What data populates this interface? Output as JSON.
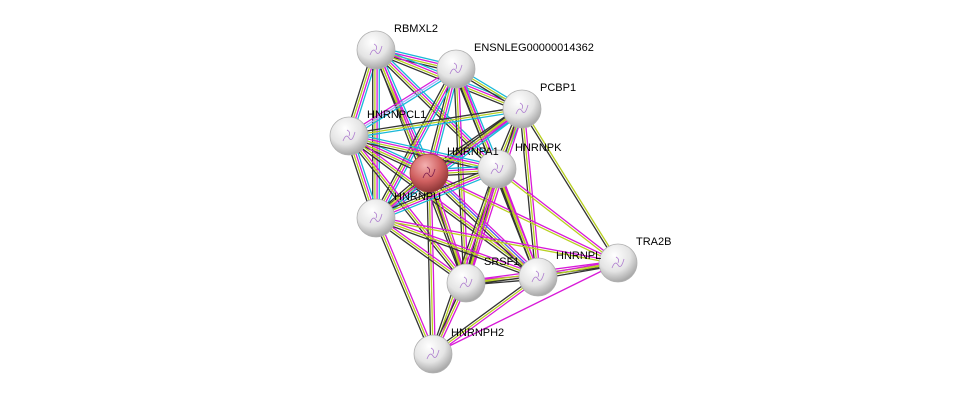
{
  "evidence_colors": {
    "database": "#1ab8d8",
    "experiment": "#d81ad8",
    "textmining": "#b8d020",
    "coexpression": "#333333",
    "homology": "#5858f0",
    "other": "#a8a8ff"
  },
  "query_color": "#d05050",
  "node_color": "#e8e8e8",
  "nodes": [
    {
      "id": "RBMXL2",
      "label": "RBMXL2",
      "query": false
    },
    {
      "id": "ENSNLEG",
      "label": "ENSNLEG00000014362",
      "query": false
    },
    {
      "id": "PCBP1",
      "label": "PCBP1",
      "query": false
    },
    {
      "id": "HNRNPCL1",
      "label": "HNRNPCL1",
      "query": false
    },
    {
      "id": "HNRNPA1",
      "label": "HNRNPA1",
      "query": true
    },
    {
      "id": "HNRNPK",
      "label": "HNRNPK",
      "query": false
    },
    {
      "id": "HNRNPU",
      "label": "HNRNPU",
      "query": false
    },
    {
      "id": "SRSF1",
      "label": "SRSF1",
      "query": false
    },
    {
      "id": "HNRNPL",
      "label": "HNRNPL",
      "query": false
    },
    {
      "id": "TRA2B",
      "label": "TRA2B",
      "query": false
    },
    {
      "id": "HNRNPH2",
      "label": "HNRNPH2",
      "query": false
    }
  ],
  "edges": [
    [
      "RBMXL2",
      "ENSNLEG",
      [
        "database",
        "experiment",
        "textmining",
        "coexpression"
      ]
    ],
    [
      "RBMXL2",
      "PCBP1",
      [
        "database",
        "experiment",
        "textmining",
        "coexpression"
      ]
    ],
    [
      "RBMXL2",
      "HNRNPCL1",
      [
        "database",
        "experiment",
        "textmining",
        "coexpression"
      ]
    ],
    [
      "RBMXL2",
      "HNRNPA1",
      [
        "database",
        "experiment",
        "textmining",
        "coexpression"
      ]
    ],
    [
      "RBMXL2",
      "HNRNPK",
      [
        "database",
        "experiment",
        "textmining",
        "coexpression"
      ]
    ],
    [
      "RBMXL2",
      "HNRNPU",
      [
        "database",
        "experiment",
        "textmining",
        "coexpression"
      ]
    ],
    [
      "RBMXL2",
      "SRSF1",
      [
        "experiment",
        "textmining",
        "coexpression"
      ]
    ],
    [
      "ENSNLEG",
      "PCBP1",
      [
        "database",
        "textmining",
        "coexpression"
      ]
    ],
    [
      "ENSNLEG",
      "HNRNPCL1",
      [
        "database",
        "other",
        "experiment"
      ]
    ],
    [
      "ENSNLEG",
      "HNRNPA1",
      [
        "database",
        "experiment",
        "textmining",
        "coexpression"
      ]
    ],
    [
      "ENSNLEG",
      "HNRNPK",
      [
        "database",
        "experiment",
        "textmining",
        "coexpression"
      ]
    ],
    [
      "ENSNLEG",
      "HNRNPU",
      [
        "database",
        "experiment",
        "textmining",
        "coexpression"
      ]
    ],
    [
      "ENSNLEG",
      "SRSF1",
      [
        "experiment",
        "textmining",
        "coexpression"
      ]
    ],
    [
      "ENSNLEG",
      "HNRNPL",
      [
        "experiment",
        "textmining",
        "coexpression"
      ]
    ],
    [
      "PCBP1",
      "HNRNPCL1",
      [
        "database",
        "textmining",
        "coexpression"
      ]
    ],
    [
      "PCBP1",
      "HNRNPA1",
      [
        "database",
        "experiment",
        "textmining",
        "coexpression"
      ]
    ],
    [
      "PCBP1",
      "HNRNPK",
      [
        "database",
        "experiment",
        "textmining",
        "coexpression"
      ]
    ],
    [
      "PCBP1",
      "HNRNPU",
      [
        "database",
        "experiment",
        "textmining",
        "coexpression"
      ]
    ],
    [
      "PCBP1",
      "SRSF1",
      [
        "experiment",
        "textmining",
        "coexpression"
      ]
    ],
    [
      "PCBP1",
      "HNRNPL",
      [
        "experiment",
        "textmining",
        "coexpression"
      ]
    ],
    [
      "PCBP1",
      "TRA2B",
      [
        "textmining",
        "coexpression"
      ]
    ],
    [
      "HNRNPCL1",
      "HNRNPA1",
      [
        "database",
        "experiment",
        "textmining",
        "coexpression"
      ]
    ],
    [
      "HNRNPCL1",
      "HNRNPK",
      [
        "database",
        "experiment",
        "textmining",
        "coexpression"
      ]
    ],
    [
      "HNRNPCL1",
      "HNRNPU",
      [
        "database",
        "experiment",
        "textmining",
        "coexpression"
      ]
    ],
    [
      "HNRNPCL1",
      "SRSF1",
      [
        "experiment",
        "textmining",
        "coexpression"
      ]
    ],
    [
      "HNRNPCL1",
      "HNRNPL",
      [
        "experiment",
        "textmining",
        "coexpression"
      ]
    ],
    [
      "HNRNPA1",
      "HNRNPK",
      [
        "database",
        "experiment",
        "textmining",
        "coexpression"
      ]
    ],
    [
      "HNRNPA1",
      "HNRNPU",
      [
        "database",
        "experiment",
        "textmining",
        "coexpression"
      ]
    ],
    [
      "HNRNPA1",
      "SRSF1",
      [
        "experiment",
        "textmining",
        "coexpression"
      ]
    ],
    [
      "HNRNPA1",
      "HNRNPL",
      [
        "experiment",
        "homology",
        "textmining",
        "coexpression"
      ]
    ],
    [
      "HNRNPA1",
      "TRA2B",
      [
        "experiment",
        "textmining"
      ]
    ],
    [
      "HNRNPA1",
      "HNRNPH2",
      [
        "experiment",
        "textmining",
        "coexpression"
      ]
    ],
    [
      "HNRNPK",
      "HNRNPU",
      [
        "database",
        "experiment",
        "textmining",
        "coexpression"
      ]
    ],
    [
      "HNRNPK",
      "SRSF1",
      [
        "experiment",
        "textmining",
        "coexpression"
      ]
    ],
    [
      "HNRNPK",
      "HNRNPL",
      [
        "experiment",
        "textmining",
        "coexpression"
      ]
    ],
    [
      "HNRNPK",
      "TRA2B",
      [
        "experiment",
        "textmining"
      ]
    ],
    [
      "HNRNPK",
      "HNRNPH2",
      [
        "experiment",
        "textmining",
        "coexpression"
      ]
    ],
    [
      "HNRNPU",
      "SRSF1",
      [
        "experiment",
        "textmining",
        "coexpression"
      ]
    ],
    [
      "HNRNPU",
      "HNRNPL",
      [
        "experiment",
        "textmining",
        "coexpression"
      ]
    ],
    [
      "HNRNPU",
      "TRA2B",
      [
        "experiment",
        "textmining"
      ]
    ],
    [
      "HNRNPU",
      "HNRNPH2",
      [
        "experiment",
        "textmining",
        "coexpression"
      ]
    ],
    [
      "SRSF1",
      "HNRNPL",
      [
        "experiment",
        "textmining",
        "coexpression"
      ]
    ],
    [
      "SRSF1",
      "TRA2B",
      [
        "experiment",
        "textmining",
        "coexpression"
      ]
    ],
    [
      "SRSF1",
      "HNRNPH2",
      [
        "experiment",
        "textmining",
        "coexpression"
      ]
    ],
    [
      "HNRNPL",
      "TRA2B",
      [
        "experiment",
        "textmining",
        "coexpression"
      ]
    ],
    [
      "HNRNPL",
      "HNRNPH2",
      [
        "experiment",
        "textmining",
        "coexpression"
      ]
    ],
    [
      "TRA2B",
      "HNRNPH2",
      [
        "experiment"
      ]
    ]
  ]
}
